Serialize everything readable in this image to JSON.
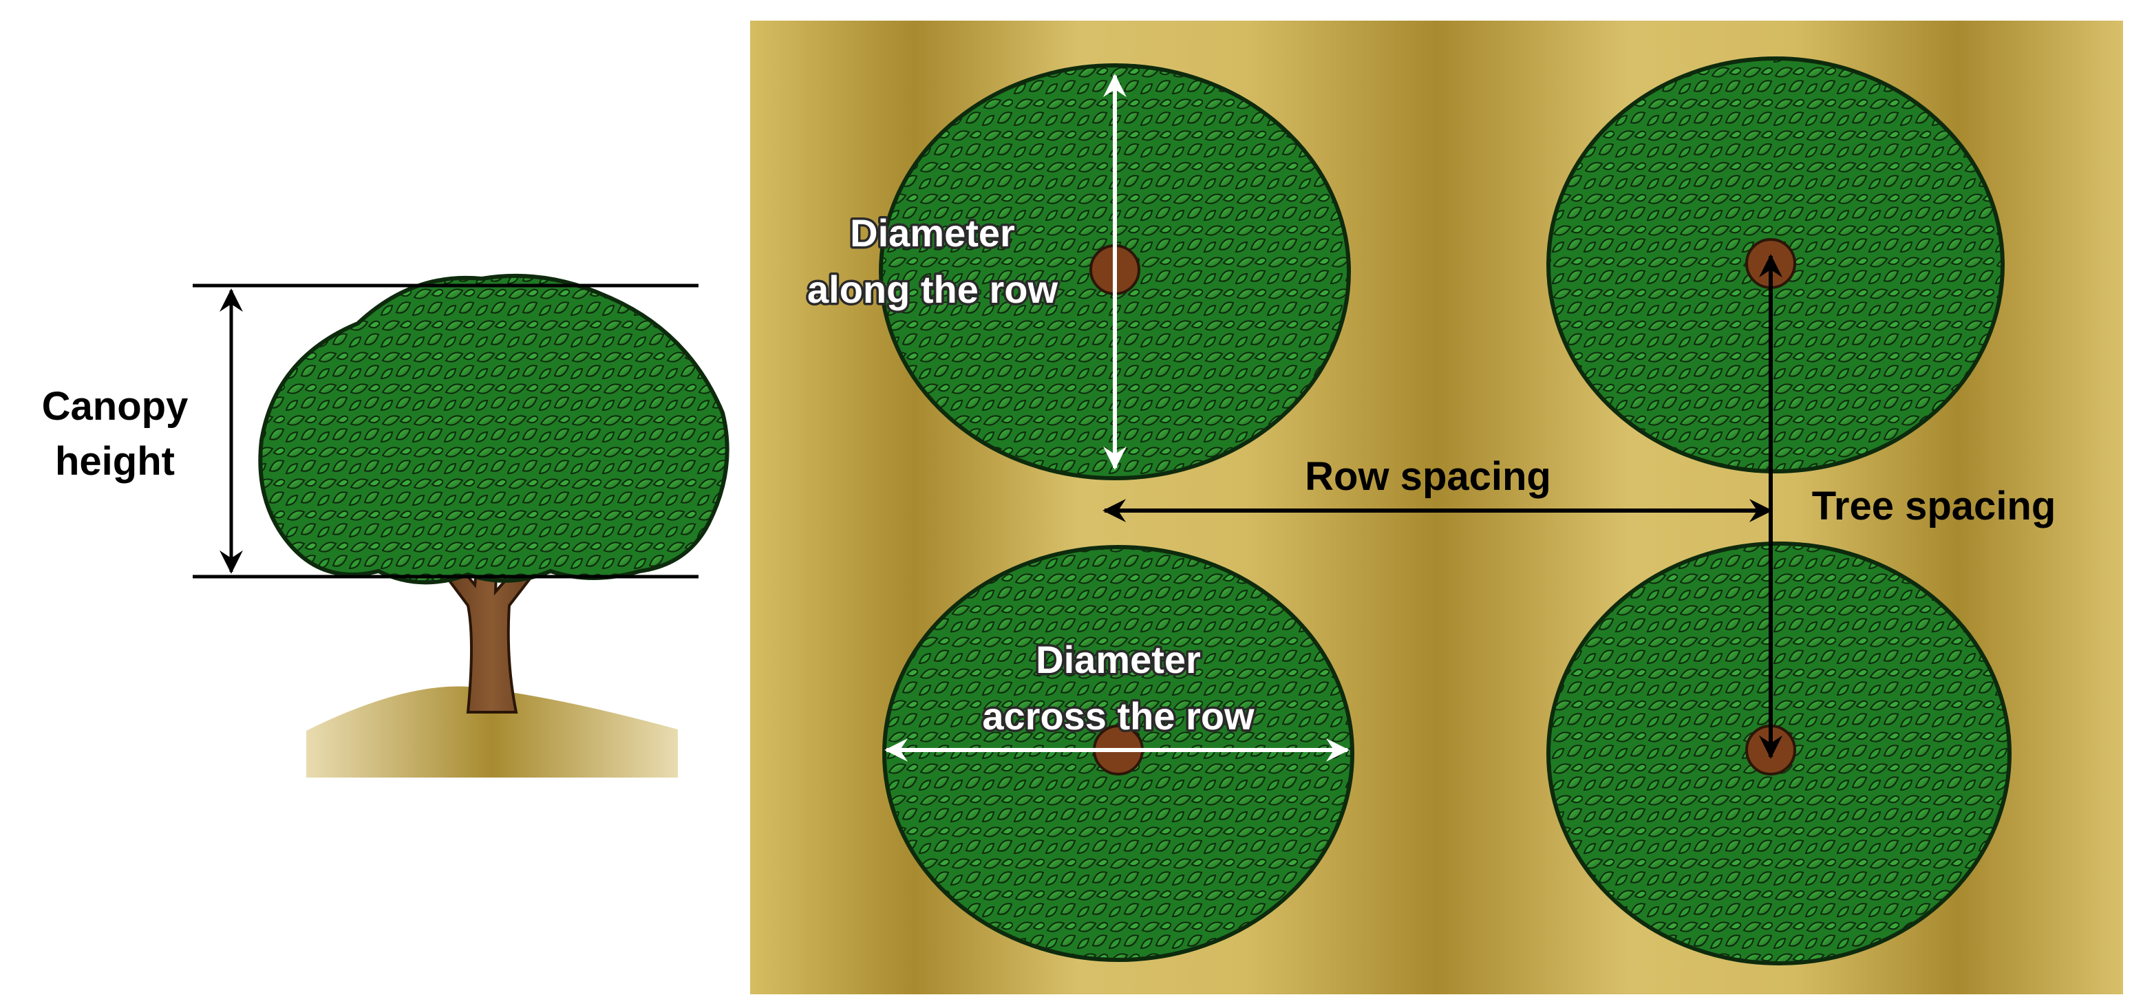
{
  "labels": {
    "canopy_height": [
      "Canopy",
      "height"
    ],
    "diameter_along": [
      "Diameter",
      "along the row"
    ],
    "diameter_across": [
      "Diameter",
      "across the row"
    ],
    "row_spacing": "Row spacing",
    "tree_spacing": "Tree spacing"
  },
  "colors": {
    "leaf_light": "#3aa83a",
    "leaf_dark": "#1a6e1e",
    "leaf_outline": "#0d2a0d",
    "trunk": "#7a4a26",
    "trunk_center": "#7d3f1a",
    "soil_dark": "#a88b30",
    "soil_light": "#d8c070",
    "arrow_black": "#000000",
    "arrow_white": "#ffffff"
  }
}
